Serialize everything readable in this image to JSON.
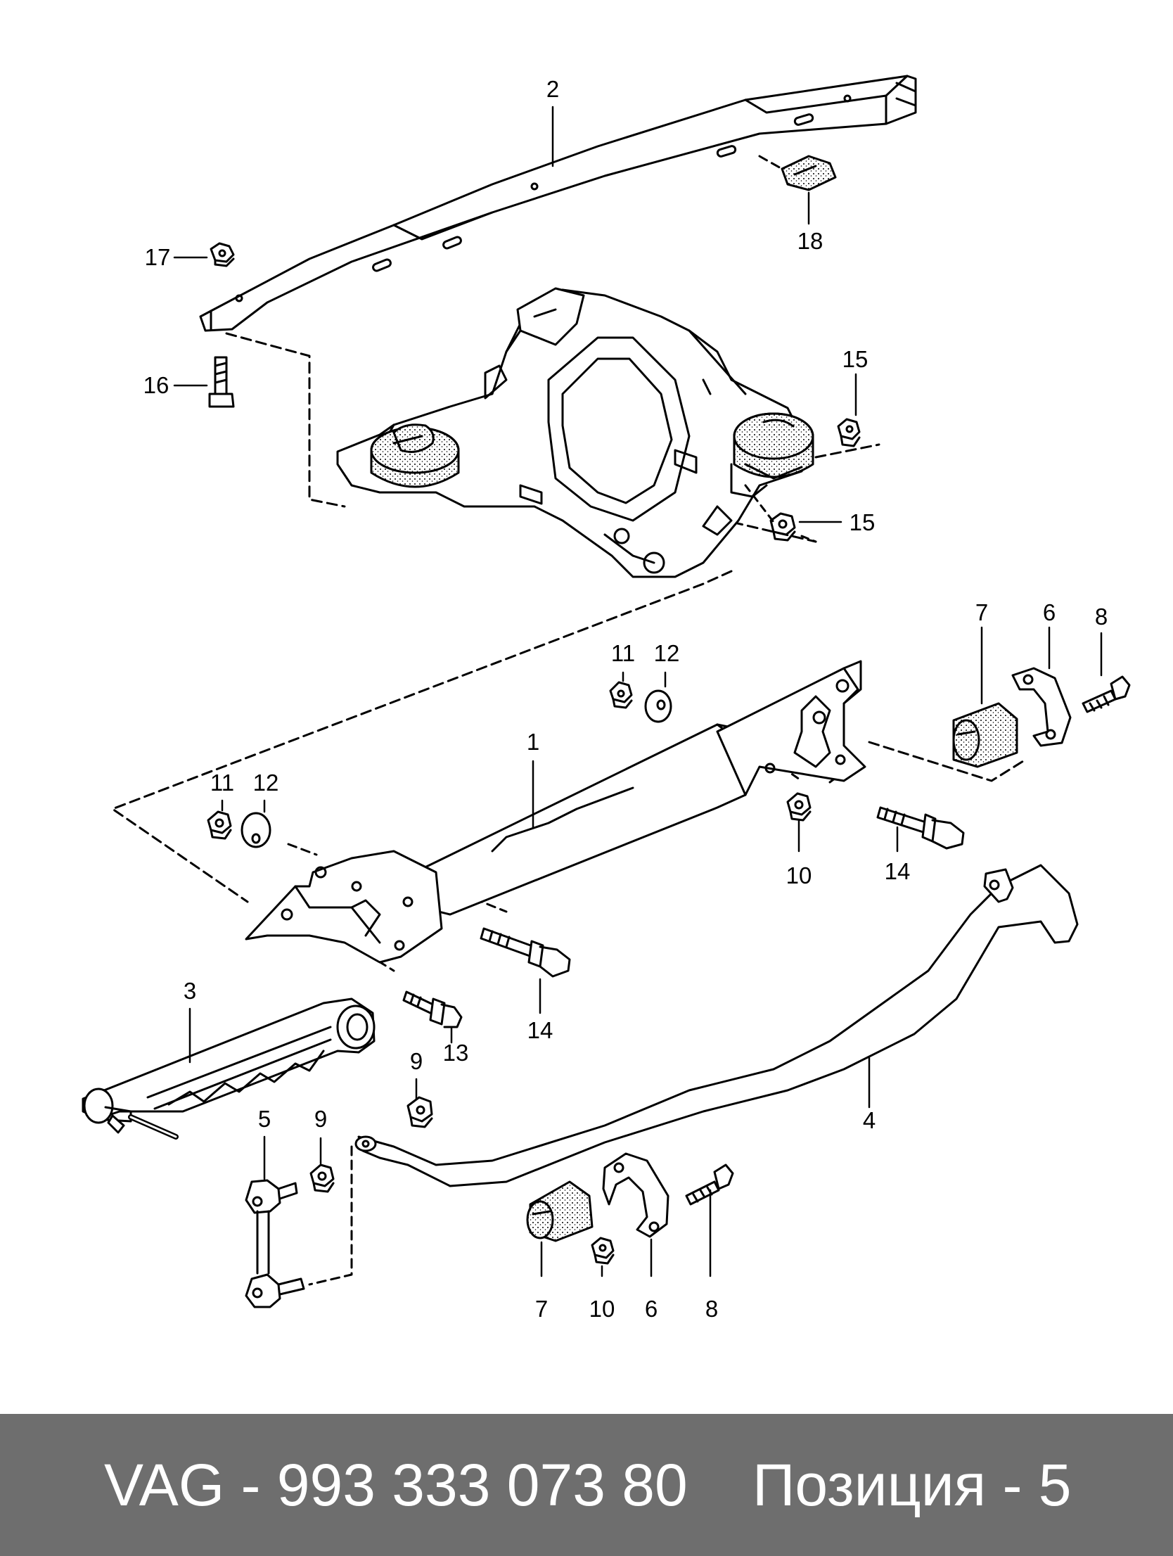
{
  "diagram": {
    "callouts": [
      {
        "id": "c2",
        "text": "2"
      },
      {
        "id": "c18",
        "text": "18"
      },
      {
        "id": "c17",
        "text": "17"
      },
      {
        "id": "c16",
        "text": "16"
      },
      {
        "id": "c15a",
        "text": "15"
      },
      {
        "id": "c15b",
        "text": "15"
      },
      {
        "id": "c11a",
        "text": "11"
      },
      {
        "id": "c12a",
        "text": "12"
      },
      {
        "id": "c7a",
        "text": "7"
      },
      {
        "id": "c6a",
        "text": "6"
      },
      {
        "id": "c8a",
        "text": "8"
      },
      {
        "id": "c1",
        "text": "1"
      },
      {
        "id": "c11b",
        "text": "11"
      },
      {
        "id": "c12b",
        "text": "12"
      },
      {
        "id": "c10a",
        "text": "10"
      },
      {
        "id": "c14a",
        "text": "14"
      },
      {
        "id": "c14b",
        "text": "14"
      },
      {
        "id": "c3",
        "text": "3"
      },
      {
        "id": "c13",
        "text": "13"
      },
      {
        "id": "c9a",
        "text": "9"
      },
      {
        "id": "c5",
        "text": "5"
      },
      {
        "id": "c9b",
        "text": "9"
      },
      {
        "id": "c4",
        "text": "4"
      },
      {
        "id": "c7b",
        "text": "7"
      },
      {
        "id": "c10b",
        "text": "10"
      },
      {
        "id": "c6b",
        "text": "6"
      },
      {
        "id": "c8b",
        "text": "8"
      }
    ]
  },
  "footer": {
    "part_number": "VAG - 993 333 073 80",
    "position_label": "Позиция - 5"
  },
  "colors": {
    "footer_bg": "#6e6e6e",
    "footer_text": "#ffffff",
    "line": "#000000"
  }
}
